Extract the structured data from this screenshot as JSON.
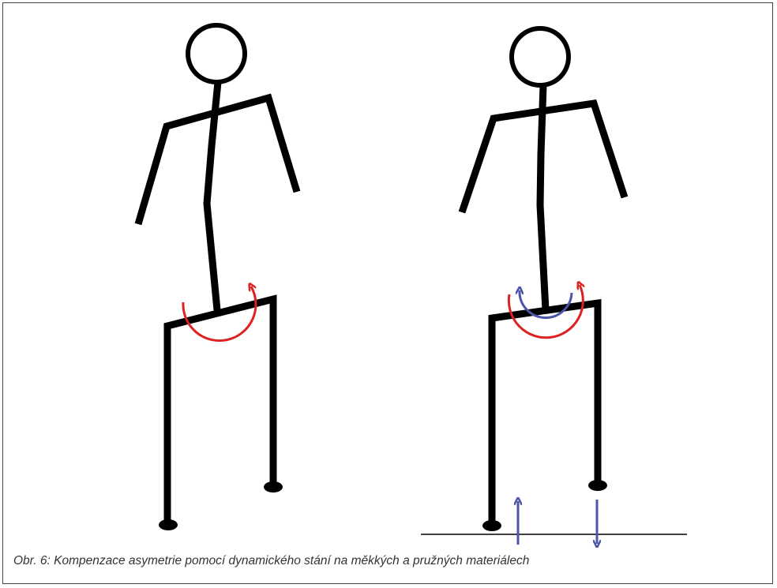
{
  "caption": "Obr. 6: Kompenzace asymetrie pomocí dynamického stání na měkkých a pružných materiálech",
  "colors": {
    "figure": "#000000",
    "pelvis_rotation_arrow": "#dd2222",
    "compensation_arrow": "#4d55a8",
    "frame": "#444444",
    "caption_text": "#333333"
  },
  "figures": [
    {
      "id": "figure-left",
      "description_name": "stick-figure-asymmetric-stance",
      "arrows": [
        "pelvis-rotation"
      ]
    },
    {
      "id": "figure-right",
      "description_name": "stick-figure-dynamic-stance",
      "arrows": [
        "pelvis-rotation",
        "counter-rotation",
        "ground-force-up",
        "ground-force-down"
      ],
      "has_ground_line": true
    }
  ]
}
